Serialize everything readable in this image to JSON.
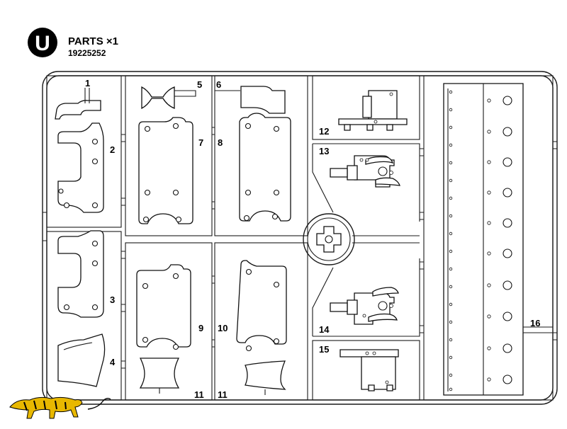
{
  "header": {
    "badge_letter": "U",
    "title": "PARTS ×1",
    "code": "19225252"
  },
  "parts": {
    "p1": "1",
    "p2": "2",
    "p3": "3",
    "p4": "4",
    "p5": "5",
    "p6": "6",
    "p7": "7",
    "p8": "8",
    "p9": "9",
    "p10": "10",
    "p11a": "11",
    "p11b": "11",
    "p12": "12",
    "p13": "13",
    "p14": "14",
    "p15": "15",
    "p16": "16"
  },
  "logo": {
    "name": "tiger-logo"
  }
}
